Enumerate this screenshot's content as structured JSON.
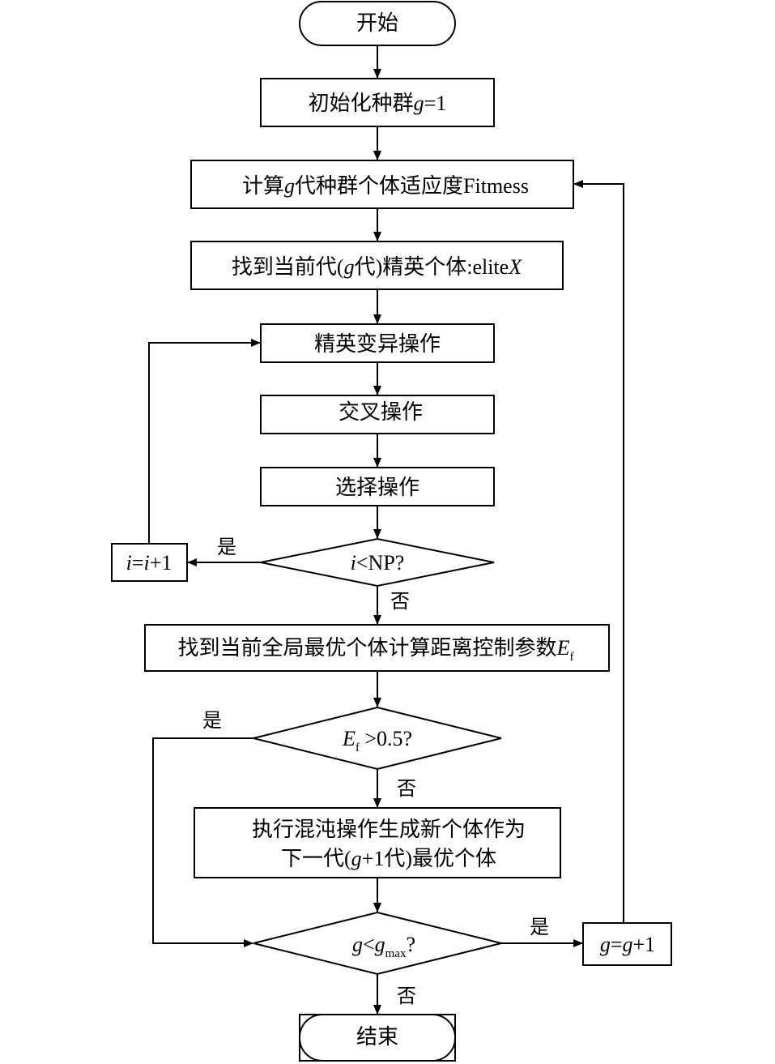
{
  "nodes": {
    "start": "开始",
    "init": {
      "prefix": "初始化种群",
      "var": "g",
      "suffix": "=1"
    },
    "fitness": {
      "prefix": "计算",
      "var": "g",
      "suffix": "代种群个体适应度Fitmess"
    },
    "elite": {
      "prefix": "找到当前代(",
      "var": "g",
      "mid": "代)精英个体:elite",
      "var2": "X"
    },
    "mutation": "精英变异操作",
    "crossover": "交叉操作",
    "selection": "选择操作",
    "cond_np": {
      "var": "i",
      "suffix": "<NP?"
    },
    "inc_i": {
      "v1": "i",
      "eq": "=",
      "v2": "i",
      "suffix": "+1"
    },
    "global_best": {
      "prefix": "找到当前全局最优个体计算距离控制参数",
      "var": "E",
      "sub": "f"
    },
    "cond_ef": {
      "var": "E",
      "sub": "f",
      "suffix": " >0.5?"
    },
    "chaos": {
      "line1": "执行混沌操作生成新个体作为",
      "line2_prefix": "下一代(",
      "line2_var": "g",
      "line2_suffix": "+1代)最优个体"
    },
    "cond_g": {
      "var": "g",
      "lt": "<",
      "var2": "g",
      "sub": "max",
      "suffix": "?"
    },
    "inc_g": {
      "v1": "g",
      "eq": "=",
      "v2": "g",
      "suffix": "+1"
    },
    "end": "结束"
  },
  "edge_labels": {
    "np_yes": "是",
    "np_no": "否",
    "ef_yes": "是",
    "ef_no": "否",
    "g_yes": "是",
    "g_no": "否"
  }
}
